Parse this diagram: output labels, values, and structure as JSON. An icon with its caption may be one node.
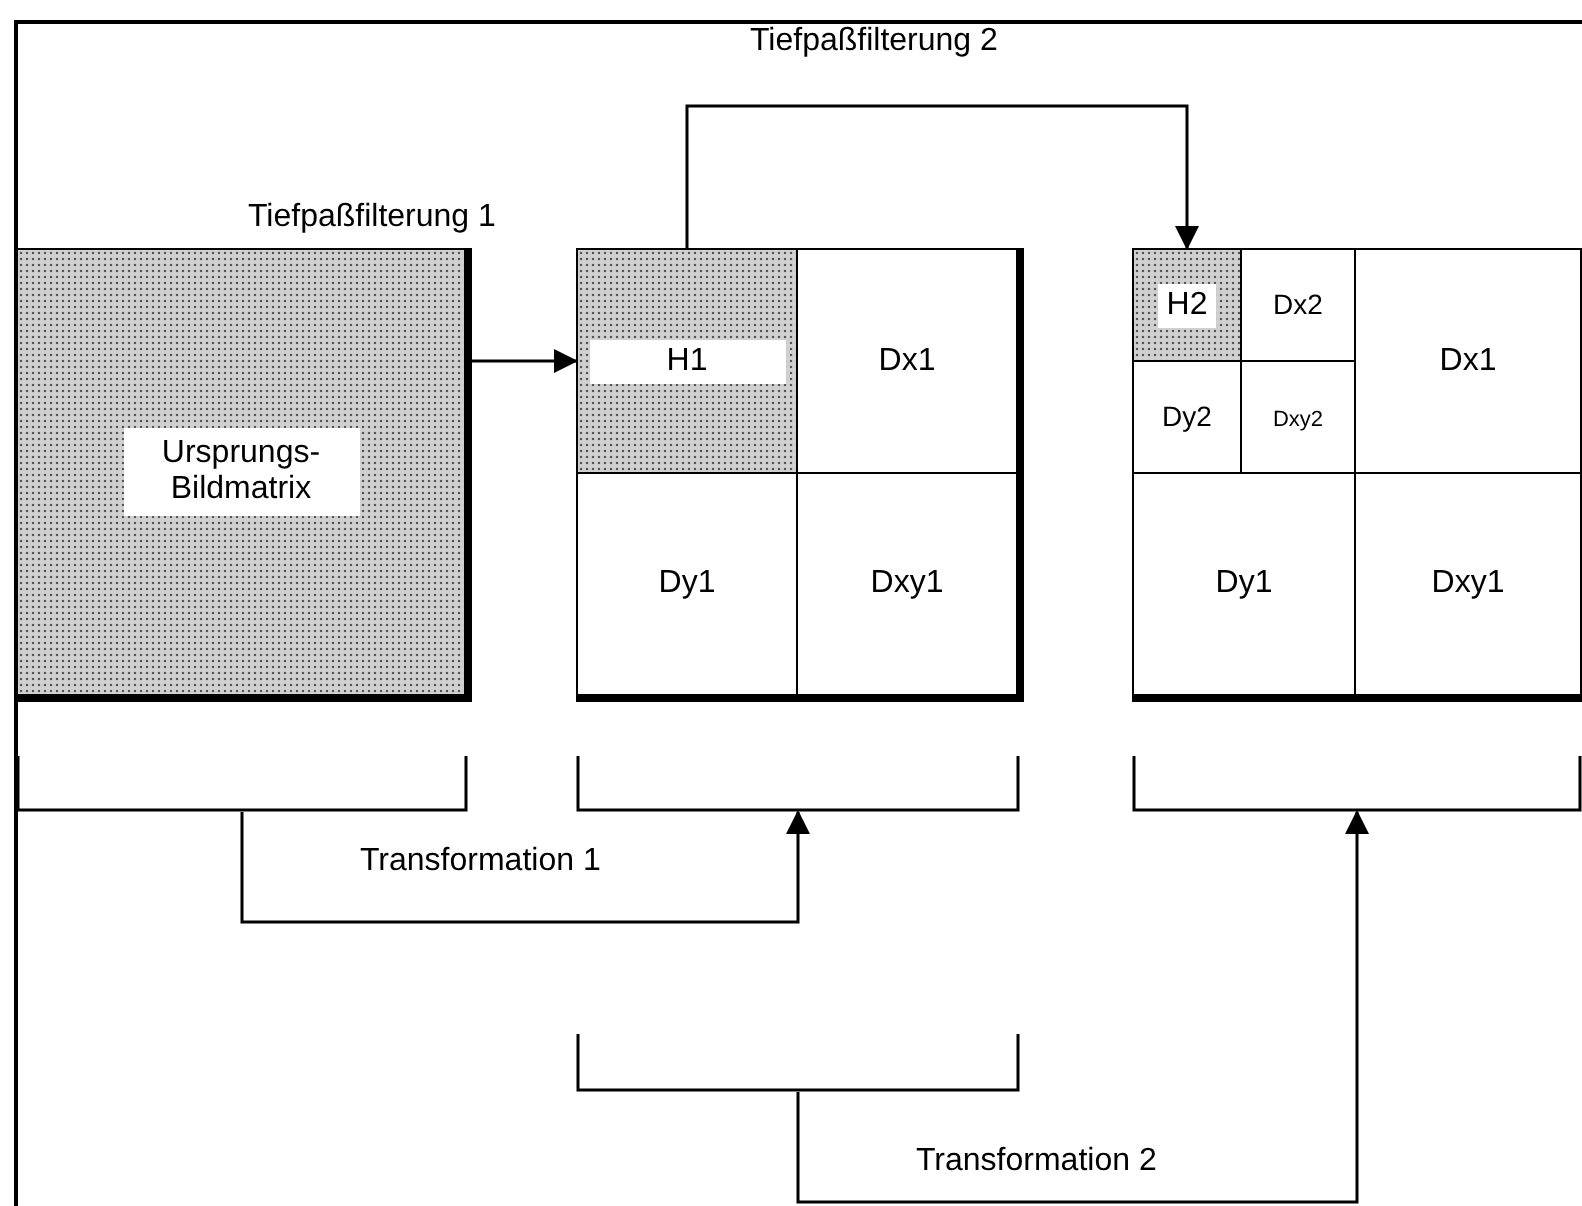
{
  "diagram": {
    "nodes": [
      {
        "text": [
          "Ursprungs-Bildmatrix"
        ]
      },
      {
        "text": [
          "H1"
        ]
      },
      {
        "text": [
          "Dx1"
        ]
      },
      {
        "text": [
          "Dy1"
        ]
      },
      {
        "text": [
          "Dxy1"
        ]
      },
      {
        "text": [
          "H2"
        ]
      },
      {
        "text": [
          "Dx2"
        ]
      },
      {
        "text": [
          "Dx1"
        ]
      },
      {
        "text": [
          "Dy2"
        ]
      },
      {
        "text": [
          "Dxy2"
        ]
      },
      {
        "text": [
          "Dy1"
        ]
      },
      {
        "text": [
          "Dxy1"
        ]
      },
      {
        "text": [],
        "shape": "bracket"
      },
      {
        "text": [],
        "shape": "bracket"
      },
      {
        "text": [],
        "shape": "bracket"
      },
      {
        "text": [],
        "shape": "bracket"
      }
    ],
    "edges": [
      {
        "from": 0,
        "to": 1,
        "arrow": "to",
        "label": "Tiefpaßfilterung 1"
      },
      {
        "from": 1,
        "to": 5,
        "arrow": "to",
        "label": "Tiefpaßfilterung 2"
      },
      {
        "from": 12,
        "to": 13,
        "arrow": "to",
        "label": "Transformation 1"
      },
      {
        "from": 15,
        "to": 14,
        "arrow": "to",
        "label": "Transformation 2"
      }
    ]
  }
}
